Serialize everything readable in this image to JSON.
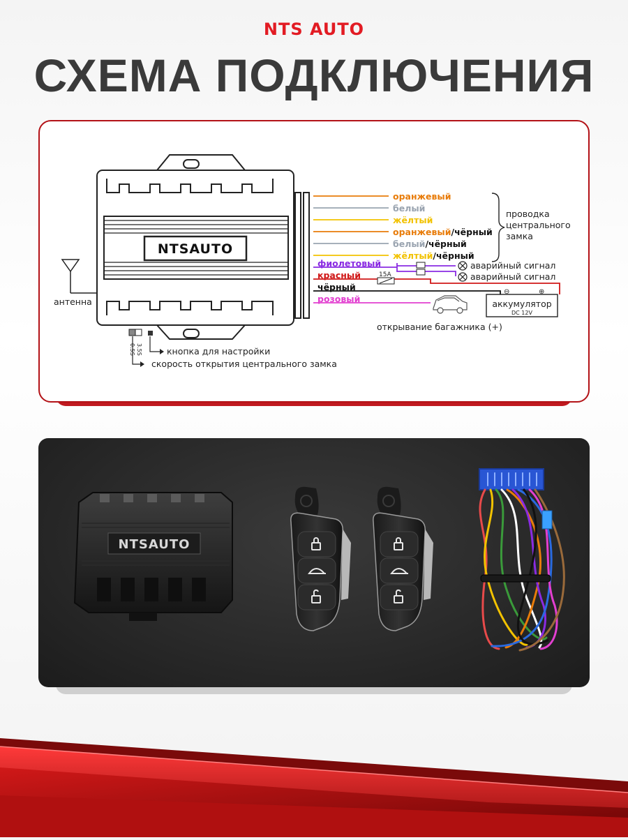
{
  "header": {
    "brand": "NTS AUTO",
    "title": "СХЕМА ПОДКЛЮЧЕНИЯ"
  },
  "diagram": {
    "unit_logo": "NTSAUTO",
    "antenna_label": "антенна",
    "wires": [
      {
        "name": "оранжевый",
        "suffix": "",
        "color": "#e87c0a"
      },
      {
        "name": "белый",
        "suffix": "",
        "color": "#9aa4b0"
      },
      {
        "name": "жёлтый",
        "suffix": "",
        "color": "#f2c200"
      },
      {
        "name": "оранжевый",
        "suffix": "/чёрный",
        "color": "#e87c0a"
      },
      {
        "name": "белый",
        "suffix": "/чёрный",
        "color": "#9aa4b0"
      },
      {
        "name": "жёлтый",
        "suffix": "/чёрный",
        "color": "#f2c200"
      },
      {
        "name": "фиолетовый",
        "suffix": "",
        "color": "#8a2be2"
      },
      {
        "name": "красный",
        "suffix": "",
        "color": "#d01818"
      },
      {
        "name": "чёрный",
        "suffix": "",
        "color": "#111111"
      },
      {
        "name": "розовый",
        "suffix": "",
        "color": "#e23fd0"
      }
    ],
    "central_lock_label": [
      "проводка",
      "центрального",
      "замка"
    ],
    "hazard_label_1": "аварийный сигнал",
    "hazard_label_2": "аварийный сигнал",
    "fuse_label": "15A",
    "battery_label": "аккумулятор",
    "battery_sub": "DC 12V",
    "trunk_label": "открывание багажника (+)",
    "switch_label_a": "3.5S",
    "switch_label_b": "0.5S",
    "setup_button_label": "кнопка для настройки",
    "speed_label": "скорость открытия центрального замка"
  },
  "photo": {
    "unit_logo": "NTSAUTO"
  },
  "colors": {
    "brand_red": "#e21b23",
    "title_gray": "#3a3a3a",
    "panel_border": "#b31217"
  }
}
